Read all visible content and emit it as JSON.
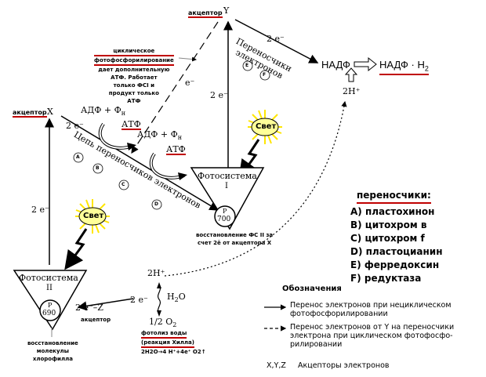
{
  "acceptors": {
    "y_label": "акцептор",
    "y_symbol": "Y",
    "x_label": "акцептор",
    "x_symbol": "X"
  },
  "electrons": {
    "e2": "2 e⁻",
    "e": "e⁻",
    "e2z": "2 e⁻–Z"
  },
  "cyclic_note": {
    "title": [
      "циклическое",
      "фотофосфорилирование"
    ],
    "lines": [
      "дает дополнительную",
      "АТФ. Работает",
      "только ФСI и",
      "продукт только",
      "АТФ"
    ]
  },
  "carriers_text": [
    "Переносчики",
    "электронов"
  ],
  "nadp": {
    "nadp": "НАДФ",
    "nadph": "НАДФ · Н",
    "nadph_sub": "2",
    "proton": "2H⁺"
  },
  "atp_cycle": {
    "adp": "АДФ + Ф",
    "adp_sub": "н",
    "atp": "АТФ"
  },
  "chain_text": "Цепь переносчиков электронов",
  "light": "Свет",
  "ps1": {
    "title": "Фотосистема",
    "num": "I",
    "p": "P",
    "p_num": "700"
  },
  "ps2": {
    "title": "Фотосистема",
    "num": "II",
    "p": "P",
    "p_num": "690"
  },
  "ps1_restore": [
    "восстановление ФС II за",
    "счет  2ē от акцептора X"
  ],
  "ps2_acceptor": "акцептор",
  "ps2_restore": [
    "восстановление",
    "молекулы",
    "хлорофилла"
  ],
  "water": {
    "proton": "2H⁺",
    "water": "H",
    "water_sub": "2",
    "water_o": "O",
    "oxygen": "1/2 O",
    "oxygen_sub": "2"
  },
  "photolysis": {
    "title": "фотолиз воды",
    "sub": "(реакция Хилла)",
    "eq": "2H2O→4 H⁺+4e⁺ O2↑"
  },
  "circles": [
    "A",
    "B",
    "C",
    "D",
    "E",
    "F"
  ],
  "carriers_list": {
    "title": "переносчики:",
    "items": [
      "A) пластохинон",
      "B) цитохром в",
      "C) цитохром f",
      "D) пластоцианин",
      "E) ферредоксин",
      "F) редуктаза"
    ]
  },
  "legend": {
    "title": "Обозначения",
    "solid": [
      "Перенос электронов при нециклическом",
      "фотофосфорилировании"
    ],
    "dashed": [
      "Перенос электронов от Y на переносчики",
      "электрона при циклическом фотофосфо-",
      "рилировании"
    ],
    "xyz_symbol": "X,Y,Z",
    "xyz_text": "Акцепторы электронов"
  },
  "colors": {
    "underline": "#c00000",
    "sun_fill": "#ffff99",
    "sun_rays": "#ffe600"
  }
}
